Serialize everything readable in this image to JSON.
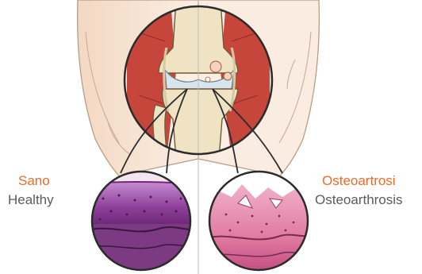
{
  "labels": {
    "healthy_it": "Sano",
    "healthy_en": "Healthy",
    "oa_it": "Osteoartrosi",
    "oa_en": "Osteoarthrosis"
  },
  "colors": {
    "label_accent": "#ec6a2a",
    "label_text": "#5b5b5b",
    "skin": "#f6e4d2",
    "muscle": "#c7463c",
    "bone": "#efe3c3",
    "cartilage_healthy": "#a75aa8",
    "cartilage_damaged": "#e58aa8"
  },
  "icons": [
    "knee-joint-illustration",
    "healthy-cartilage-magnifier",
    "damaged-cartilage-magnifier"
  ]
}
